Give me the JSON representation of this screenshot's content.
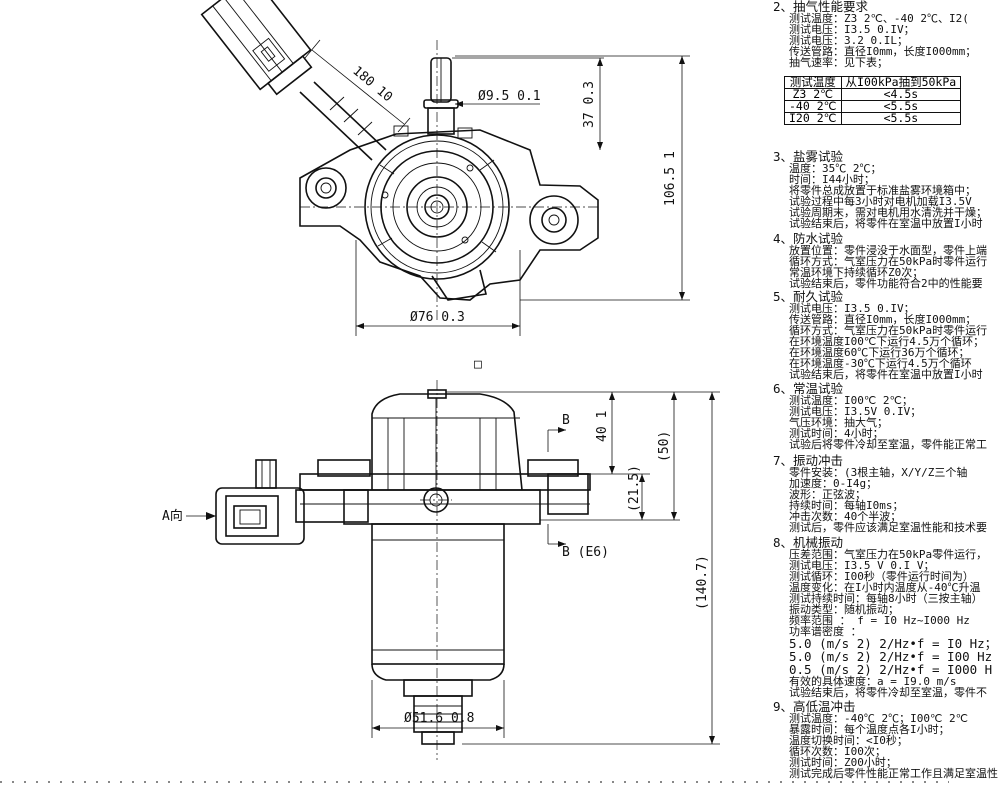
{
  "drawing": {
    "view_label": "A向",
    "dimensions": {
      "d_top": "180 10",
      "d_stem": "37 0.3",
      "d_nozzle": "Ø9.5 0.1",
      "d_height": "106.5 1",
      "d_flange": "Ø76 0.3",
      "d_side_40": "40 1",
      "d_side_50": "(50)",
      "d_side_215": "(21.5)",
      "d_total": "(140.7)",
      "d_bottom": "Ø51.6 0.8"
    },
    "section_b_top": "B",
    "section_b_bottom": "B (E6)",
    "small_mark": "□"
  },
  "spec": {
    "s2_title": "2、抽气性能要求",
    "s2_lines": [
      "测试温度：Z3  2℃、-40  2℃、I2(",
      "测试电压：I3.5  0.IV；",
      "测试电压：3.2  0.IL；",
      "传送管路：直径I0mm，长度I000mm；",
      "抽气速率：见下表；"
    ],
    "table": {
      "head": [
        "测试温度",
        "从I00kPa抽到50kPa"
      ],
      "rows": [
        [
          "Z3  2℃",
          "<4.5s"
        ],
        [
          "-40  2℃",
          "<5.5s"
        ],
        [
          "I20  2℃",
          "<5.5s"
        ]
      ]
    },
    "s3_title": "3、盐雾试验",
    "s3_lines": [
      "温度：35℃  2℃；",
      "时间：I44小时；",
      "将零件总成放置于标准盐雾环境箱中；",
      "试验过程中每3小时对电机加载I3.5V",
      "试验周期末，需对电机用水清洗并干燥；",
      "试验结束后，将零件在室温中放置I小时"
    ],
    "s4_title": "4、防水试验",
    "s4_lines": [
      "放置位置：零件浸没于水面型，零件上端",
      "循环方式：气室压力在50kPa时零件运行",
      "常温环境下持续循环Z0次；",
      "试验结束后，零件功能符合2中的性能要"
    ],
    "s5_title": "5、耐久试验",
    "s5_lines": [
      "测试电压：I3.5  0.IV；",
      "传送管路：直径I0mm，长度I000mm；",
      "循环方式：气室压力在50kPa时零件运行",
      "在环境温度I00℃下运行4.5万个循环；",
      "在环境温度60℃下运行36万个循环；",
      "在环境温度-30℃下运行4.5万个循环",
      "试验结束后，将零件在室温中放置I小时"
    ],
    "s6_title": "6、常温试验",
    "s6_lines": [
      "测试温度：I00℃  2℃；",
      "测试电压：I3.5V  0.IV；",
      "气压环境：抽大气；",
      "测试时间：4小时；",
      "试验后将零件冷却至室温，零件能正常工"
    ],
    "s7_title": "7、振动冲击",
    "s7_lines": [
      "零件安装：(3根主轴，X/Y/Z三个轴",
      "加速度：0-I4g；",
      "波形：正弦波；",
      "持续时间：每轴I0ms；",
      "冲击次数：40个半波；",
      "测试后，零件应该满足室温性能和技术要"
    ],
    "s8_title": "8、机械振动",
    "s8_lines": [
      "压差范围：气室压力在50kPa零件运行，",
      "测试电压：I3.5 V    0.I V；",
      "测试循环：I00秒（零件运行时间为）",
      "温度变化：在I小时内温度从-40℃升温",
      "测试持续时间：每轴8小时（三按主轴）",
      "振动类型：随机振动；",
      "频率范围  ： f = I0 Hz~I000 Hz",
      "功率谱密度 ："
    ],
    "s8_psd": [
      "5.0 (m/s 2) 2/Hz•f = I0 Hz；",
      "5.0 (m/s 2) 2/Hz•f = I00 Hz",
      "0.5 (m/s 2) 2/Hz•f = I000 H"
    ],
    "s8_tail": [
      "有效的具体速度：a = I9.0 m/s",
      "试验结束后，将零件冷却至室温，零件不"
    ],
    "s9_title": "9、高低温冲击",
    "s9_lines": [
      "测试温度：-40℃  2℃；I00℃  2℃",
      "暴露时间：每个温度点各I小时；",
      "温度切换时间：<I0秒；",
      "循环次数：I00次；",
      "测试时间：Z00小时；",
      "测试完成后零件性能正常工作且满足室温性"
    ]
  }
}
